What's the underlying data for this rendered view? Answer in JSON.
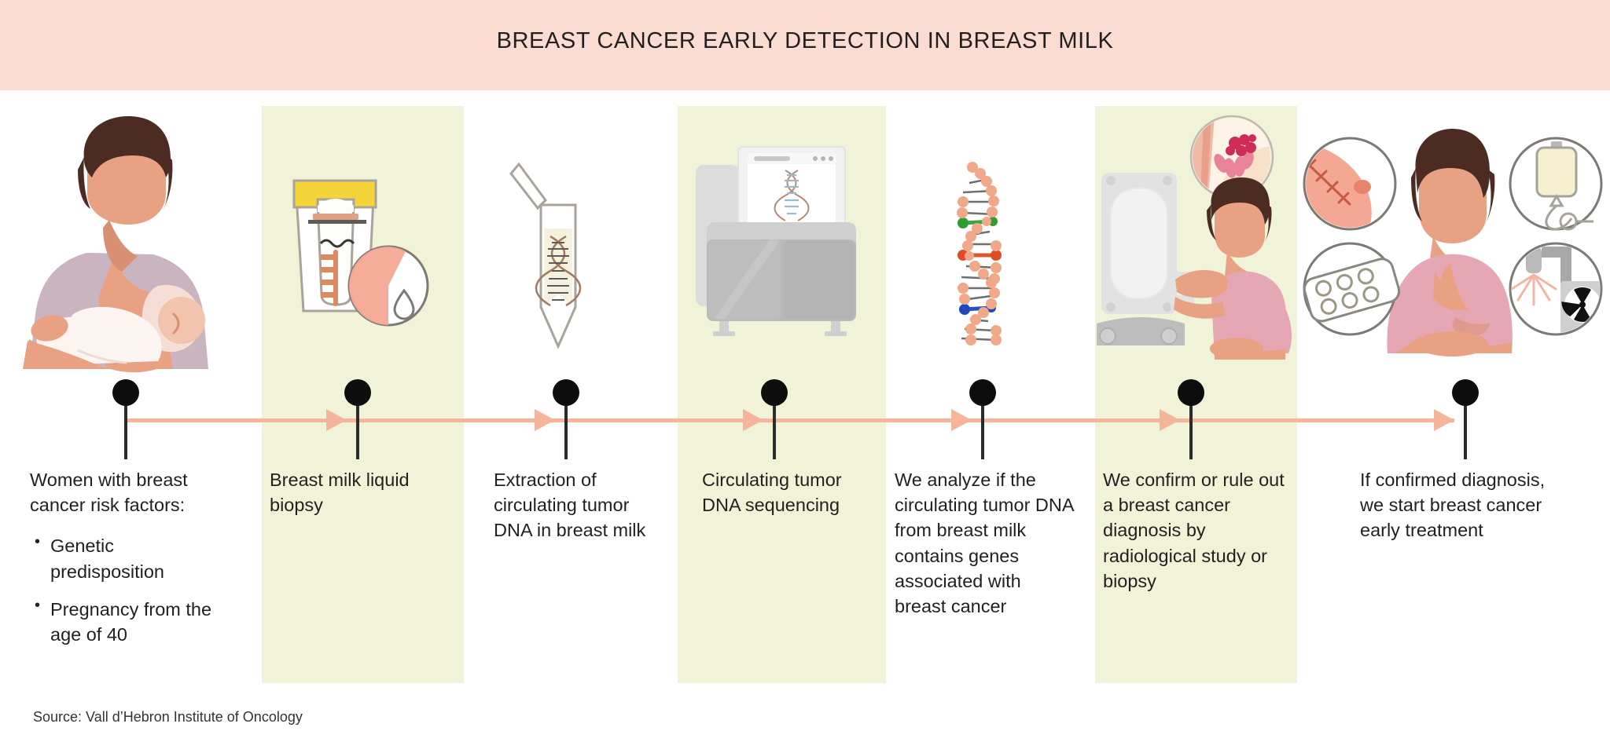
{
  "header": {
    "title": "BREAST CANCER EARLY DETECTION IN BREAST MILK",
    "band_color": "#fadcd2"
  },
  "theme": {
    "page_background": "#ffffff",
    "band_color": "#f0f3d8",
    "arrow_color": "#f6b49a",
    "node_color": "#0d0d0d",
    "text_color": "#231f20",
    "skin_color": "#e8a183",
    "hair_color": "#4b2b22",
    "garment_color": "#c9b4c0",
    "garment_pink": "#e6a7b4",
    "machine_gray": "#c9c9c9"
  },
  "timeline": {
    "steps": [
      {
        "index": 1,
        "banded": false,
        "illustration": "mother-breastfeeding-illustration",
        "lead": "Women with breast cancer risk factors:",
        "bullets": [
          "Genetic predisposition",
          "Pregnancy from the age of 40"
        ]
      },
      {
        "index": 2,
        "banded": true,
        "illustration": "milk-sample-container-illustration",
        "lead": "Breast milk liquid biopsy",
        "bullets": []
      },
      {
        "index": 3,
        "banded": false,
        "illustration": "eppendorf-tube-dna-illustration",
        "lead": "Extraction of circulating tumor DNA in breast milk",
        "bullets": []
      },
      {
        "index": 4,
        "banded": true,
        "illustration": "dna-sequencer-machine-illustration",
        "lead": "Circulating tumor DNA sequencing",
        "bullets": []
      },
      {
        "index": 5,
        "banded": false,
        "illustration": "dna-double-helix-illustration",
        "lead": "We analyze if the circulating tumor DNA from breast milk contains genes associated with breast cancer",
        "bullets": []
      },
      {
        "index": 6,
        "banded": true,
        "illustration": "mammography-machine-illustration",
        "lead": "We confirm or rule out a breast cancer diagnosis by radiological study or biopsy",
        "bullets": []
      },
      {
        "index": 7,
        "banded": false,
        "illustration": "breast-cancer-treatment-icons-illustration",
        "lead": "If confirmed diagnosis, we start breast cancer early treatment",
        "bullets": []
      }
    ]
  },
  "footer": {
    "source": "Source: Vall d’Hebron Institute of Oncology"
  }
}
